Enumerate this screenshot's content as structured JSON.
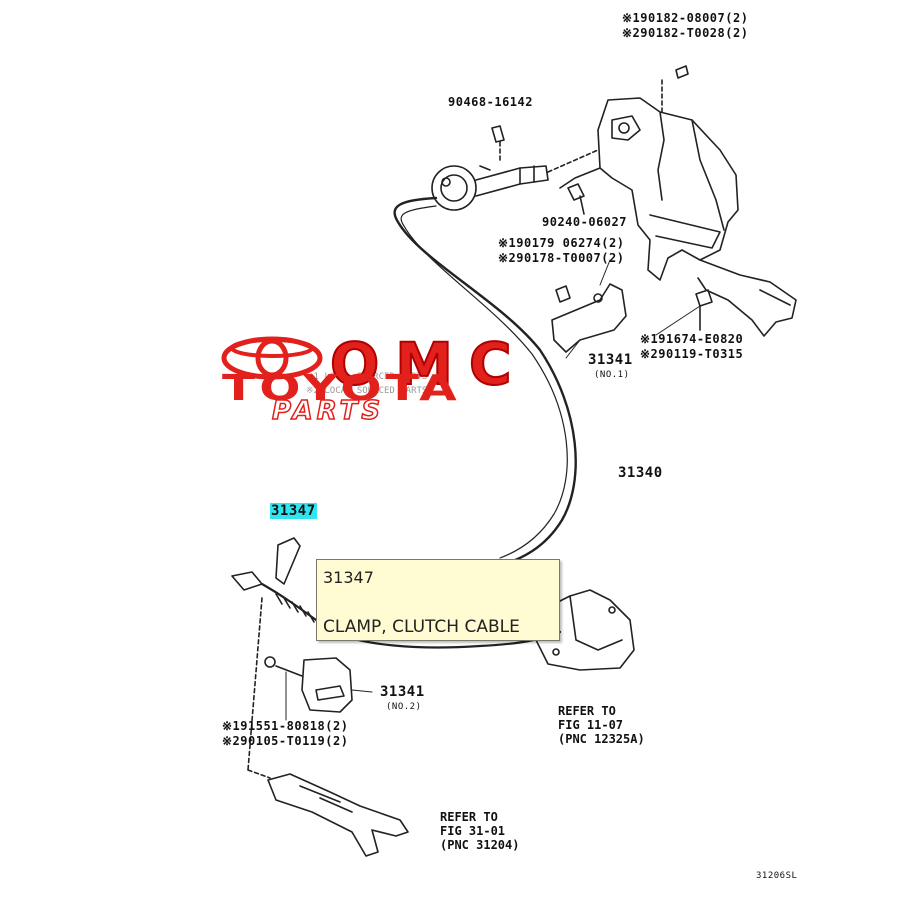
{
  "labels": {
    "top_bolt_1": "※190182-08007(2)",
    "top_bolt_2": "※290182-T0028(2)",
    "pin_1": "90468-16142",
    "pin_2": "90240-06027",
    "bolt_mid_1": "※190179 06274(2)",
    "bolt_mid_2": "※290178-T0007(2)",
    "bracket_bolt_1": "※191674-E0820",
    "bracket_bolt_2": "※290119-T0315",
    "bracket_no1": "31341",
    "bracket_no1_sub": "(NO.1)",
    "cable": "31340",
    "clamp": "31347",
    "bracket_no2": "31341",
    "bracket_no2_sub": "(NO.2)",
    "lower_bolt_1": "※191551-80818(2)",
    "lower_bolt_2": "※290105-T0119(2)",
    "ref_1_line1": "REFER TO",
    "ref_1_line2": "FIG 11-07",
    "ref_1_line3": "(PNC 12325A)",
    "ref_2_line1": "REFER TO",
    "ref_2_line2": "FIG 31-01",
    "ref_2_line3": "(PNC 31204)",
    "figure_code": "31206SL",
    "ghost_1": "※1 LOCAL SOURCED PARTS",
    "ghost_2": "※2 LOCAL SOURCED PARTS"
  },
  "tooltip": {
    "part_number": "31347",
    "description": "CLAMP, CLUTCH CABLE"
  },
  "watermark": {
    "line1": "OMC",
    "line2": "TOYOTA",
    "line3": "PARTS",
    "color": "#e2201c"
  },
  "highlight_color": "#2fe6f0"
}
